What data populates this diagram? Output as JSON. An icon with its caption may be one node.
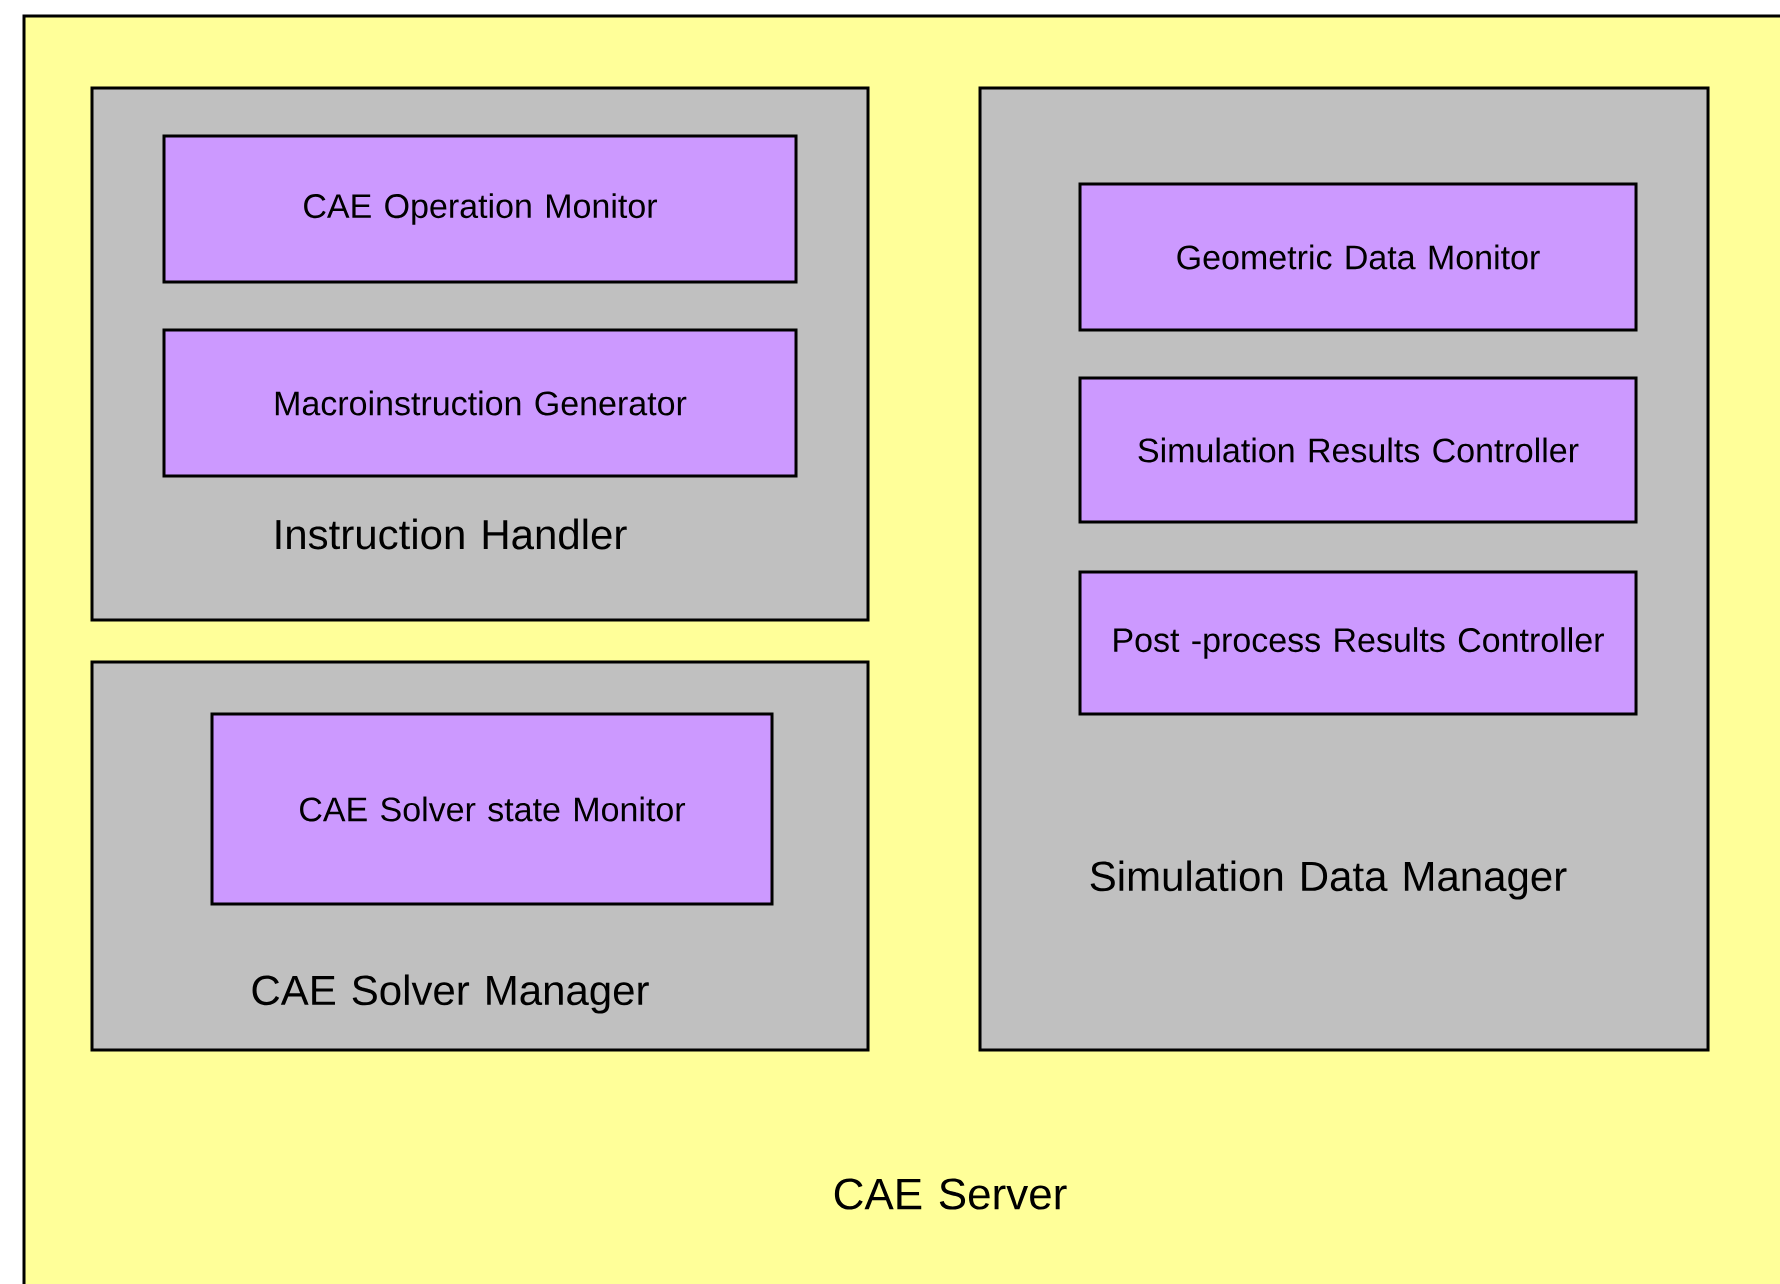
{
  "diagram": {
    "nodes": [
      {
        "text": [
          "CAE Server"
        ]
      },
      {
        "text": [
          "Instruction Handler"
        ],
        "in": 0
      },
      {
        "text": [
          "CAE Operation Monitor"
        ],
        "in": 1
      },
      {
        "text": [
          "Macroinstruction Generator"
        ],
        "in": 1
      },
      {
        "text": [
          "CAE Solver Manager"
        ],
        "in": 0
      },
      {
        "text": [
          "CAE Solver state Monitor"
        ],
        "in": 4
      },
      {
        "text": [
          "Simulation Data Manager"
        ],
        "in": 0
      },
      {
        "text": [
          "Geometric Data Monitor"
        ],
        "in": 6
      },
      {
        "text": [
          "Simulation Results Controller"
        ],
        "in": 6
      },
      {
        "text": [
          "Post -process Results Controller"
        ],
        "in": 6
      }
    ]
  }
}
